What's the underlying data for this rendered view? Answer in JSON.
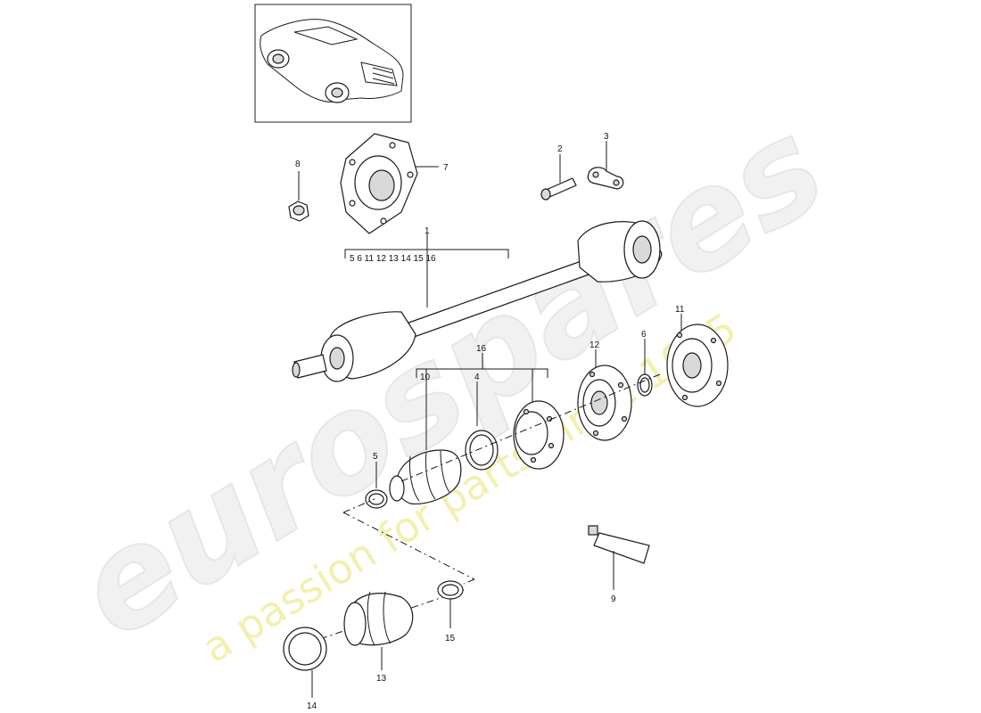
{
  "watermark": {
    "brand": "eurospares",
    "tagline": "a passion for parts since 1985"
  },
  "thumbnail": {
    "icon": "car-icon"
  },
  "callouts": [
    {
      "id": "c1",
      "text": "1"
    },
    {
      "id": "c2",
      "text": "2"
    },
    {
      "id": "c3",
      "text": "3"
    },
    {
      "id": "c4",
      "text": "4"
    },
    {
      "id": "c5",
      "text": "5"
    },
    {
      "id": "c6",
      "text": "6"
    },
    {
      "id": "c7",
      "text": "7"
    },
    {
      "id": "c8",
      "text": "8"
    },
    {
      "id": "c9",
      "text": "9"
    },
    {
      "id": "c10",
      "text": "10"
    },
    {
      "id": "c11",
      "text": "11"
    },
    {
      "id": "c12",
      "text": "12"
    },
    {
      "id": "c13",
      "text": "13"
    },
    {
      "id": "c14",
      "text": "14"
    },
    {
      "id": "c15",
      "text": "15"
    },
    {
      "id": "c16",
      "text": "16"
    }
  ],
  "group1_contents": "5  6  11  12       13  14  15  16"
}
